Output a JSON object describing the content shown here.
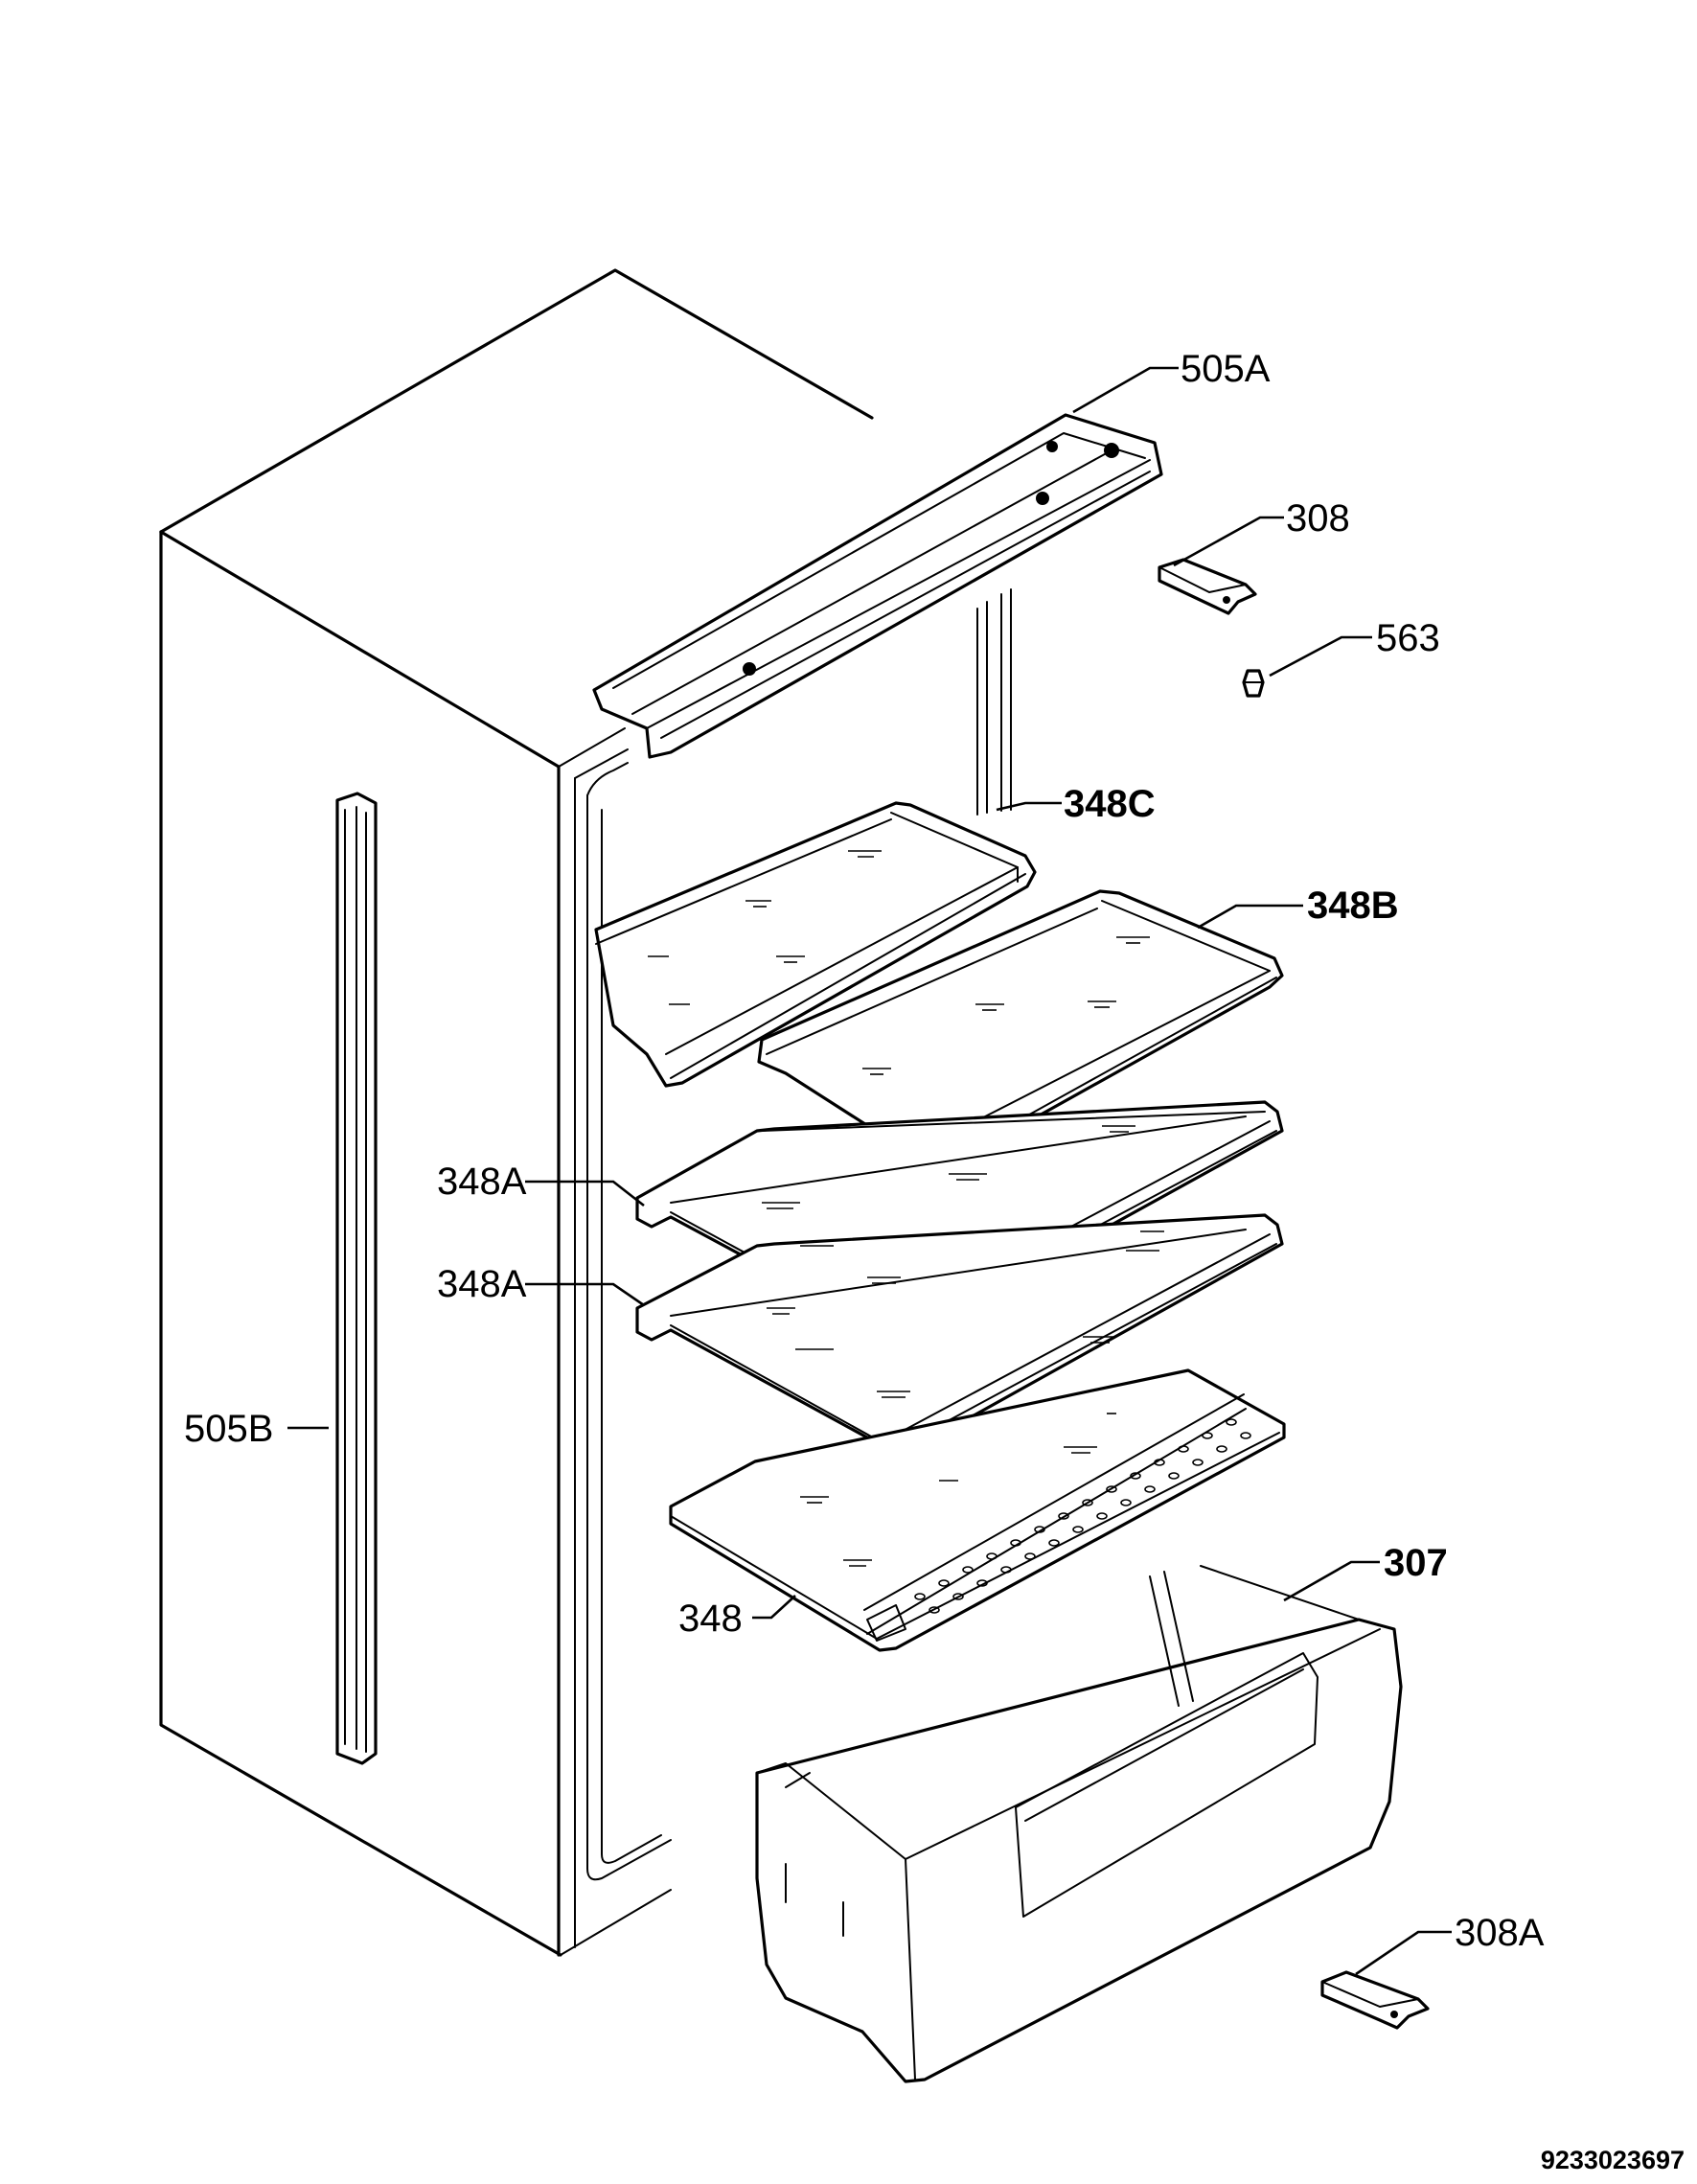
{
  "callouts": {
    "c505a": "505A",
    "c308": "308",
    "c563": "563",
    "c348c": "348C",
    "c348b": "348B",
    "c348a_upper": "348A",
    "c348a_lower": "348A",
    "c505b": "505B",
    "c307": "307",
    "c348": "348",
    "c308a": "308A"
  },
  "document_number": "9233023697"
}
